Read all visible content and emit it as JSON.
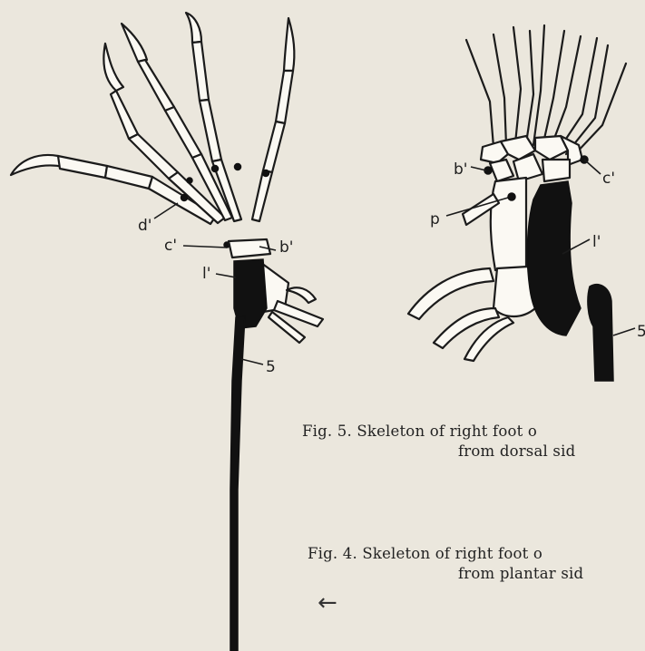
{
  "labels": {
    "left": {
      "d": "d'",
      "c": "c'",
      "b": "b'",
      "l": "l'",
      "five": "5"
    },
    "right": {
      "b": "b'",
      "c": "c'",
      "p": "p",
      "l": "l'",
      "five": "5"
    }
  },
  "captions": {
    "fig5": {
      "line1": "Fig. 5. Skeleton of right foot o",
      "line2": "from dorsal sid"
    },
    "fig4": {
      "line1": "Fig. 4. Skeleton of right foot o",
      "line2": "from plantar sid"
    }
  },
  "arrow": "←"
}
